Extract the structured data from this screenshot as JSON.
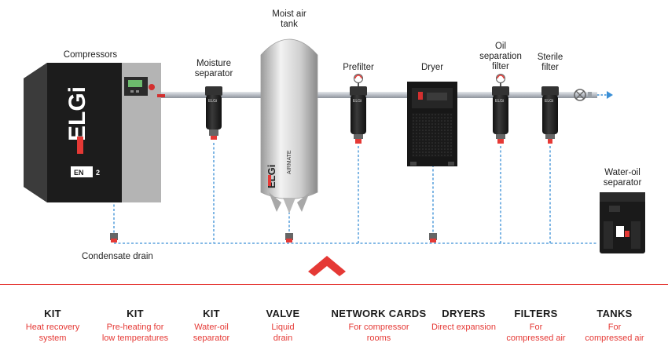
{
  "labels": {
    "compressors": "Compressors",
    "moist_air_tank": "Moist air\ntank",
    "moisture_separator": "Moisture\nseparator",
    "prefilter": "Prefilter",
    "dryer": "Dryer",
    "oil_separation_filter": "Oil\nseparation\nfilter",
    "sterile_filter": "Sterile\nfilter",
    "water_oil_separator": "Water-oil\nseparator",
    "condensate_drain": "Condensate drain"
  },
  "branding": {
    "logo_text": "ELGi",
    "model_badge": "EN",
    "model_number": "2",
    "tank_brand": "ELGi",
    "tank_model": "AIRMATE"
  },
  "colors": {
    "accent": "#e53935",
    "drain_line": "#3a8fd6",
    "pipe": "#b7bcc4",
    "compressor_body": "#1c1c1c",
    "compressor_panel": "#b4b4b4",
    "tank": "#d6d6d6"
  },
  "categories": [
    {
      "title": "KIT",
      "subtitle": "Heat recovery\nsystem"
    },
    {
      "title": "KIT",
      "subtitle": "Pre-heating for\nlow temperatures"
    },
    {
      "title": "KIT",
      "subtitle": "Water-oil\nseparator"
    },
    {
      "title": "VALVE",
      "subtitle": "Liquid\ndrain"
    },
    {
      "title": "NETWORK CARDS",
      "subtitle": "For compressor\nrooms"
    },
    {
      "title": "DRYERS",
      "subtitle": "Direct expansion"
    },
    {
      "title": "FILTERS",
      "subtitle": "For\ncompressed air"
    },
    {
      "title": "TANKS",
      "subtitle": "For\ncompressed air"
    }
  ]
}
